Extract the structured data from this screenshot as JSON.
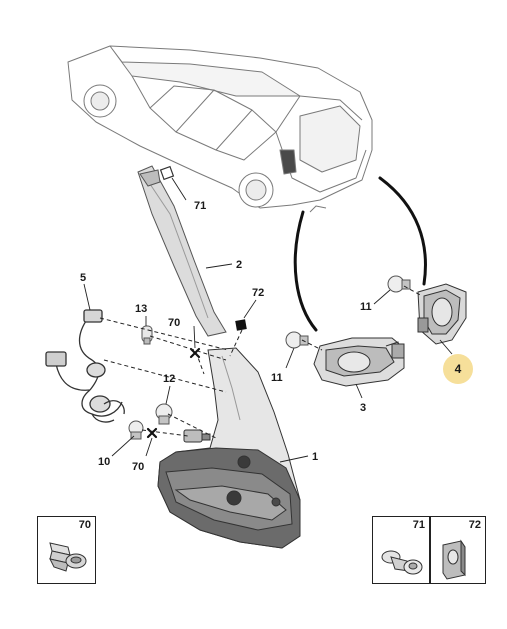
{
  "callouts": {
    "c71_top": "71",
    "c2": "2",
    "c5": "5",
    "c13": "13",
    "c72_mid": "72",
    "c70_mid": "70",
    "c12": "12",
    "c11_left": "11",
    "c3": "3",
    "c11_right": "11",
    "c4": "4",
    "c10": "10",
    "c70_low": "70",
    "c1": "1"
  },
  "legend": {
    "l70": "70",
    "l71": "71",
    "l72": "72"
  },
  "colors": {
    "highlight": "#f6df9a",
    "line": "#222222"
  }
}
